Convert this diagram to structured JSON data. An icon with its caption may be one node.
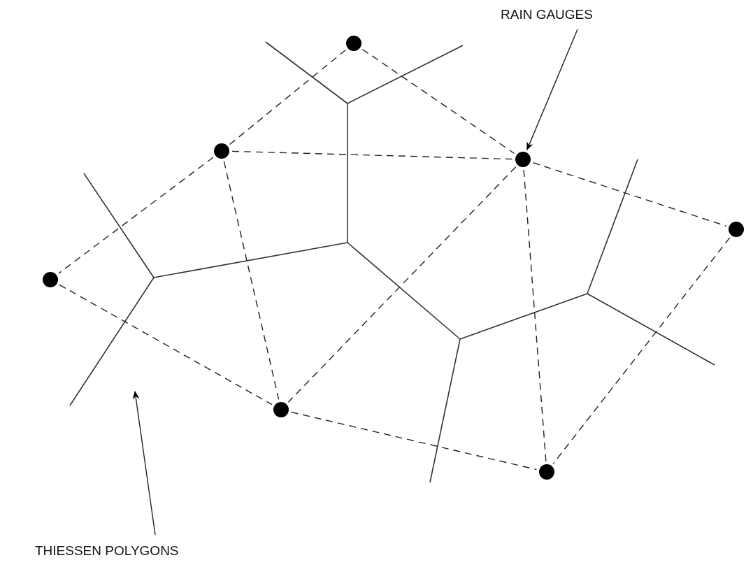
{
  "diagram": {
    "nodes": [
      {
        "text": [
          "RAIN GAUGES"
        ]
      },
      {
        "text": [],
        "shape": "circle"
      },
      {
        "text": [],
        "shape": "circle"
      },
      {
        "text": [],
        "shape": "circle"
      },
      {
        "text": [],
        "shape": "circle"
      },
      {
        "text": [],
        "shape": "circle"
      },
      {
        "text": [],
        "shape": "circle"
      },
      {
        "text": [],
        "shape": "circle"
      },
      {
        "text": [
          "THIESSEN POLYGONS"
        ]
      }
    ],
    "edges": [
      {
        "from": 0,
        "to": 3,
        "arrow": "to"
      },
      {
        "from": 1,
        "to": 2,
        "arrow": "none",
        "style": "dashed"
      },
      {
        "from": 1,
        "to": 3,
        "arrow": "none",
        "style": "dashed"
      },
      {
        "from": 2,
        "to": 3,
        "arrow": "none",
        "style": "dashed"
      },
      {
        "from": 2,
        "to": 5,
        "arrow": "none",
        "style": "dashed"
      },
      {
        "from": 2,
        "to": 6,
        "arrow": "none",
        "style": "dashed"
      },
      {
        "from": 3,
        "to": 4,
        "arrow": "none",
        "style": "dashed"
      },
      {
        "from": 3,
        "to": 6,
        "arrow": "none",
        "style": "dashed"
      },
      {
        "from": 3,
        "to": 7,
        "arrow": "none",
        "style": "dashed"
      },
      {
        "from": 4,
        "to": 7,
        "arrow": "none",
        "style": "dashed"
      },
      {
        "from": 5,
        "to": 6,
        "arrow": "none",
        "style": "dashed"
      },
      {
        "from": 6,
        "to": 7,
        "arrow": "none",
        "style": "dashed"
      },
      {
        "from": 8,
        "to": null,
        "arrow": "to"
      }
    ]
  }
}
